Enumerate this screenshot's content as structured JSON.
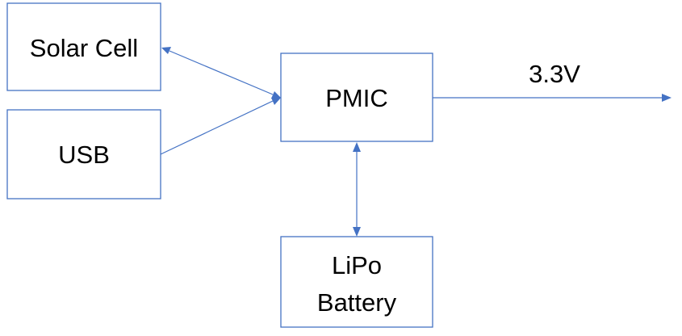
{
  "blocks": {
    "solar_cell": {
      "label": "Solar Cell"
    },
    "usb": {
      "label": "USB"
    },
    "pmic": {
      "label": "PMIC"
    },
    "lipo_battery": {
      "label_line1": "LiPo",
      "label_line2": "Battery"
    }
  },
  "output": {
    "label": "3.3V"
  },
  "colors": {
    "stroke": "#4472c4",
    "text": "#000000",
    "background": "#ffffff"
  }
}
